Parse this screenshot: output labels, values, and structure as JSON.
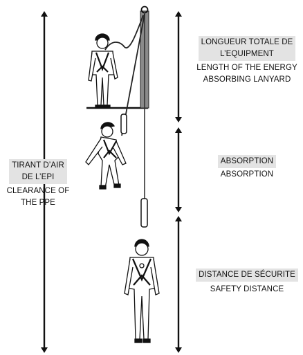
{
  "left_label": {
    "fr_line1": "TIRANT D’AIR",
    "fr_line2": "DE L’EPI",
    "en_line1": "CLEARANCE OF",
    "en_line2": "THE PPE"
  },
  "section_length": {
    "fr_line1": "LONGUEUR TOTALE DE",
    "fr_line2": "L’EQUIPMENT",
    "en_line1": "LENGTH OF THE ENERGY",
    "en_line2": "ABSORBING LANYARD"
  },
  "section_absorption": {
    "fr": "ABSORPTION",
    "en": "ABSORPTION"
  },
  "section_safety": {
    "fr": "DISTANCE DE SÉCURITE",
    "en": "SAFETY DISTANCE"
  },
  "colors": {
    "line": "#111111",
    "highlight_bg": "#e3e3e3",
    "anchor_post": "#8a8a8a"
  },
  "icons": [
    "worker-standing-icon",
    "worker-falling-icon",
    "worker-suspended-icon",
    "anchor-post-icon",
    "energy-absorber-icon"
  ]
}
